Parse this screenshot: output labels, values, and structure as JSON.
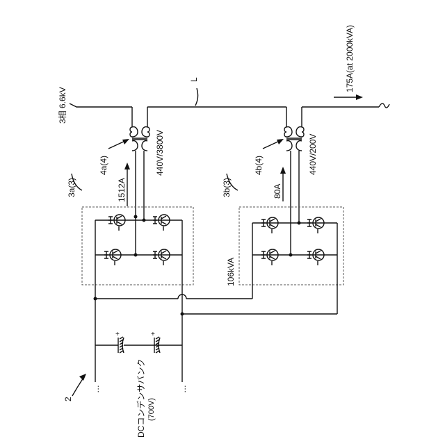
{
  "diagram": {
    "phase_label": "3相 6.6kV",
    "line_label": "L",
    "current_label": "175A(at 2000kVA)",
    "transformer_a": {
      "ref": "4a(4)",
      "rating": "440V/3800V",
      "current": "1512A"
    },
    "transformer_b": {
      "ref": "4b(4)",
      "rating": "440V/200V",
      "current": "80A"
    },
    "converter_a": {
      "ref": "3a(3)"
    },
    "converter_b": {
      "ref": "3b(3)",
      "power": "106kVA"
    },
    "bank_ref": "2",
    "bank_name": "DCコンデンサバンク",
    "bank_voltage": "(700V)",
    "ellipsis": "…",
    "plus_sign": "+"
  }
}
